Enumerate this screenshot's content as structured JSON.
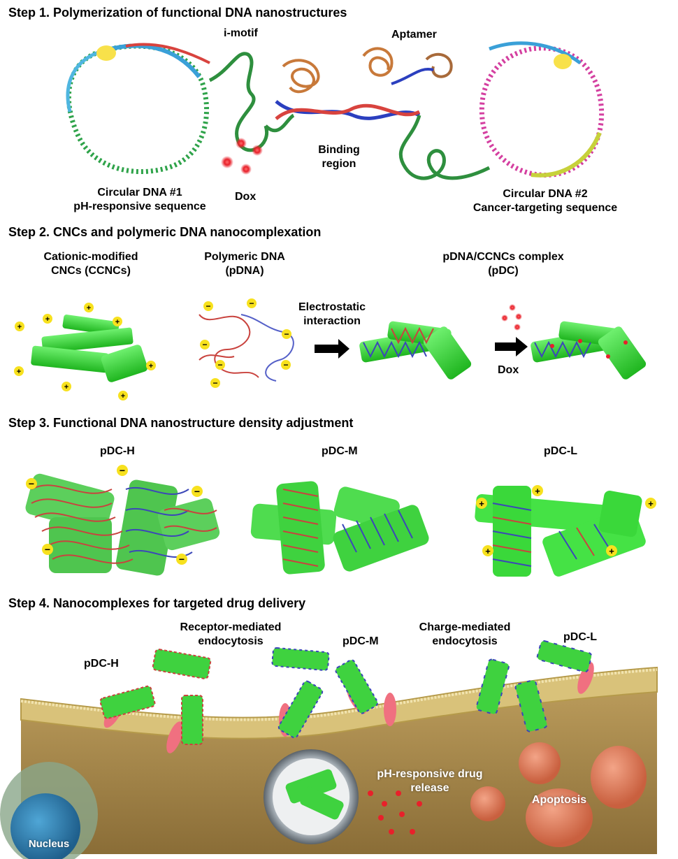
{
  "step1": {
    "title": "Step 1. Polymerization of functional DNA nanostructures",
    "imotif": "i-motif",
    "aptamer": "Aptamer",
    "binding_1": "Binding",
    "binding_2": "region",
    "dna1_1": "Circular DNA #1",
    "dna1_2": "pH-responsive sequence",
    "dox": "Dox",
    "dna2_1": "Circular DNA #2",
    "dna2_2": "Cancer-targeting sequence"
  },
  "step2": {
    "title": "Step 2. CNCs and polymeric DNA nanocomplexation",
    "ccnc_1": "Cationic-modified",
    "ccnc_2": "CNCs (CCNCs)",
    "pdna_1": "Polymeric DNA",
    "pdna_2": "(pDNA)",
    "elec_1": "Electrostatic",
    "elec_2": "interaction",
    "pdc_1": "pDNA/CCNCs complex",
    "pdc_2": "(pDC)",
    "dox": "Dox"
  },
  "step3": {
    "title": "Step 3. Functional DNA nanostructure density adjustment",
    "h": "pDC-H",
    "m": "pDC-M",
    "l": "pDC-L"
  },
  "step4": {
    "title": "Step 4. Nanocomplexes for targeted drug delivery",
    "h": "pDC-H",
    "rme_1": "Receptor-mediated",
    "rme_2": "endocytosis",
    "m": "pDC-M",
    "cme_1": "Charge-mediated",
    "cme_2": "endocytosis",
    "l": "pDC-L",
    "release_1": "pH-responsive drug",
    "release_2": "release",
    "apoptosis": "Apoptosis",
    "nucleus": "Nucleus"
  },
  "charges": {
    "plus": "+",
    "minus": "−"
  },
  "colors": {
    "cnc_green": "#3ddc3d",
    "charge_yellow": "#f7e11e",
    "dox_red": "#e8202a",
    "membrane": "#d9c27a",
    "cytoplasm": "#a98b4d",
    "apoptotic_cell": "#e9896b"
  }
}
